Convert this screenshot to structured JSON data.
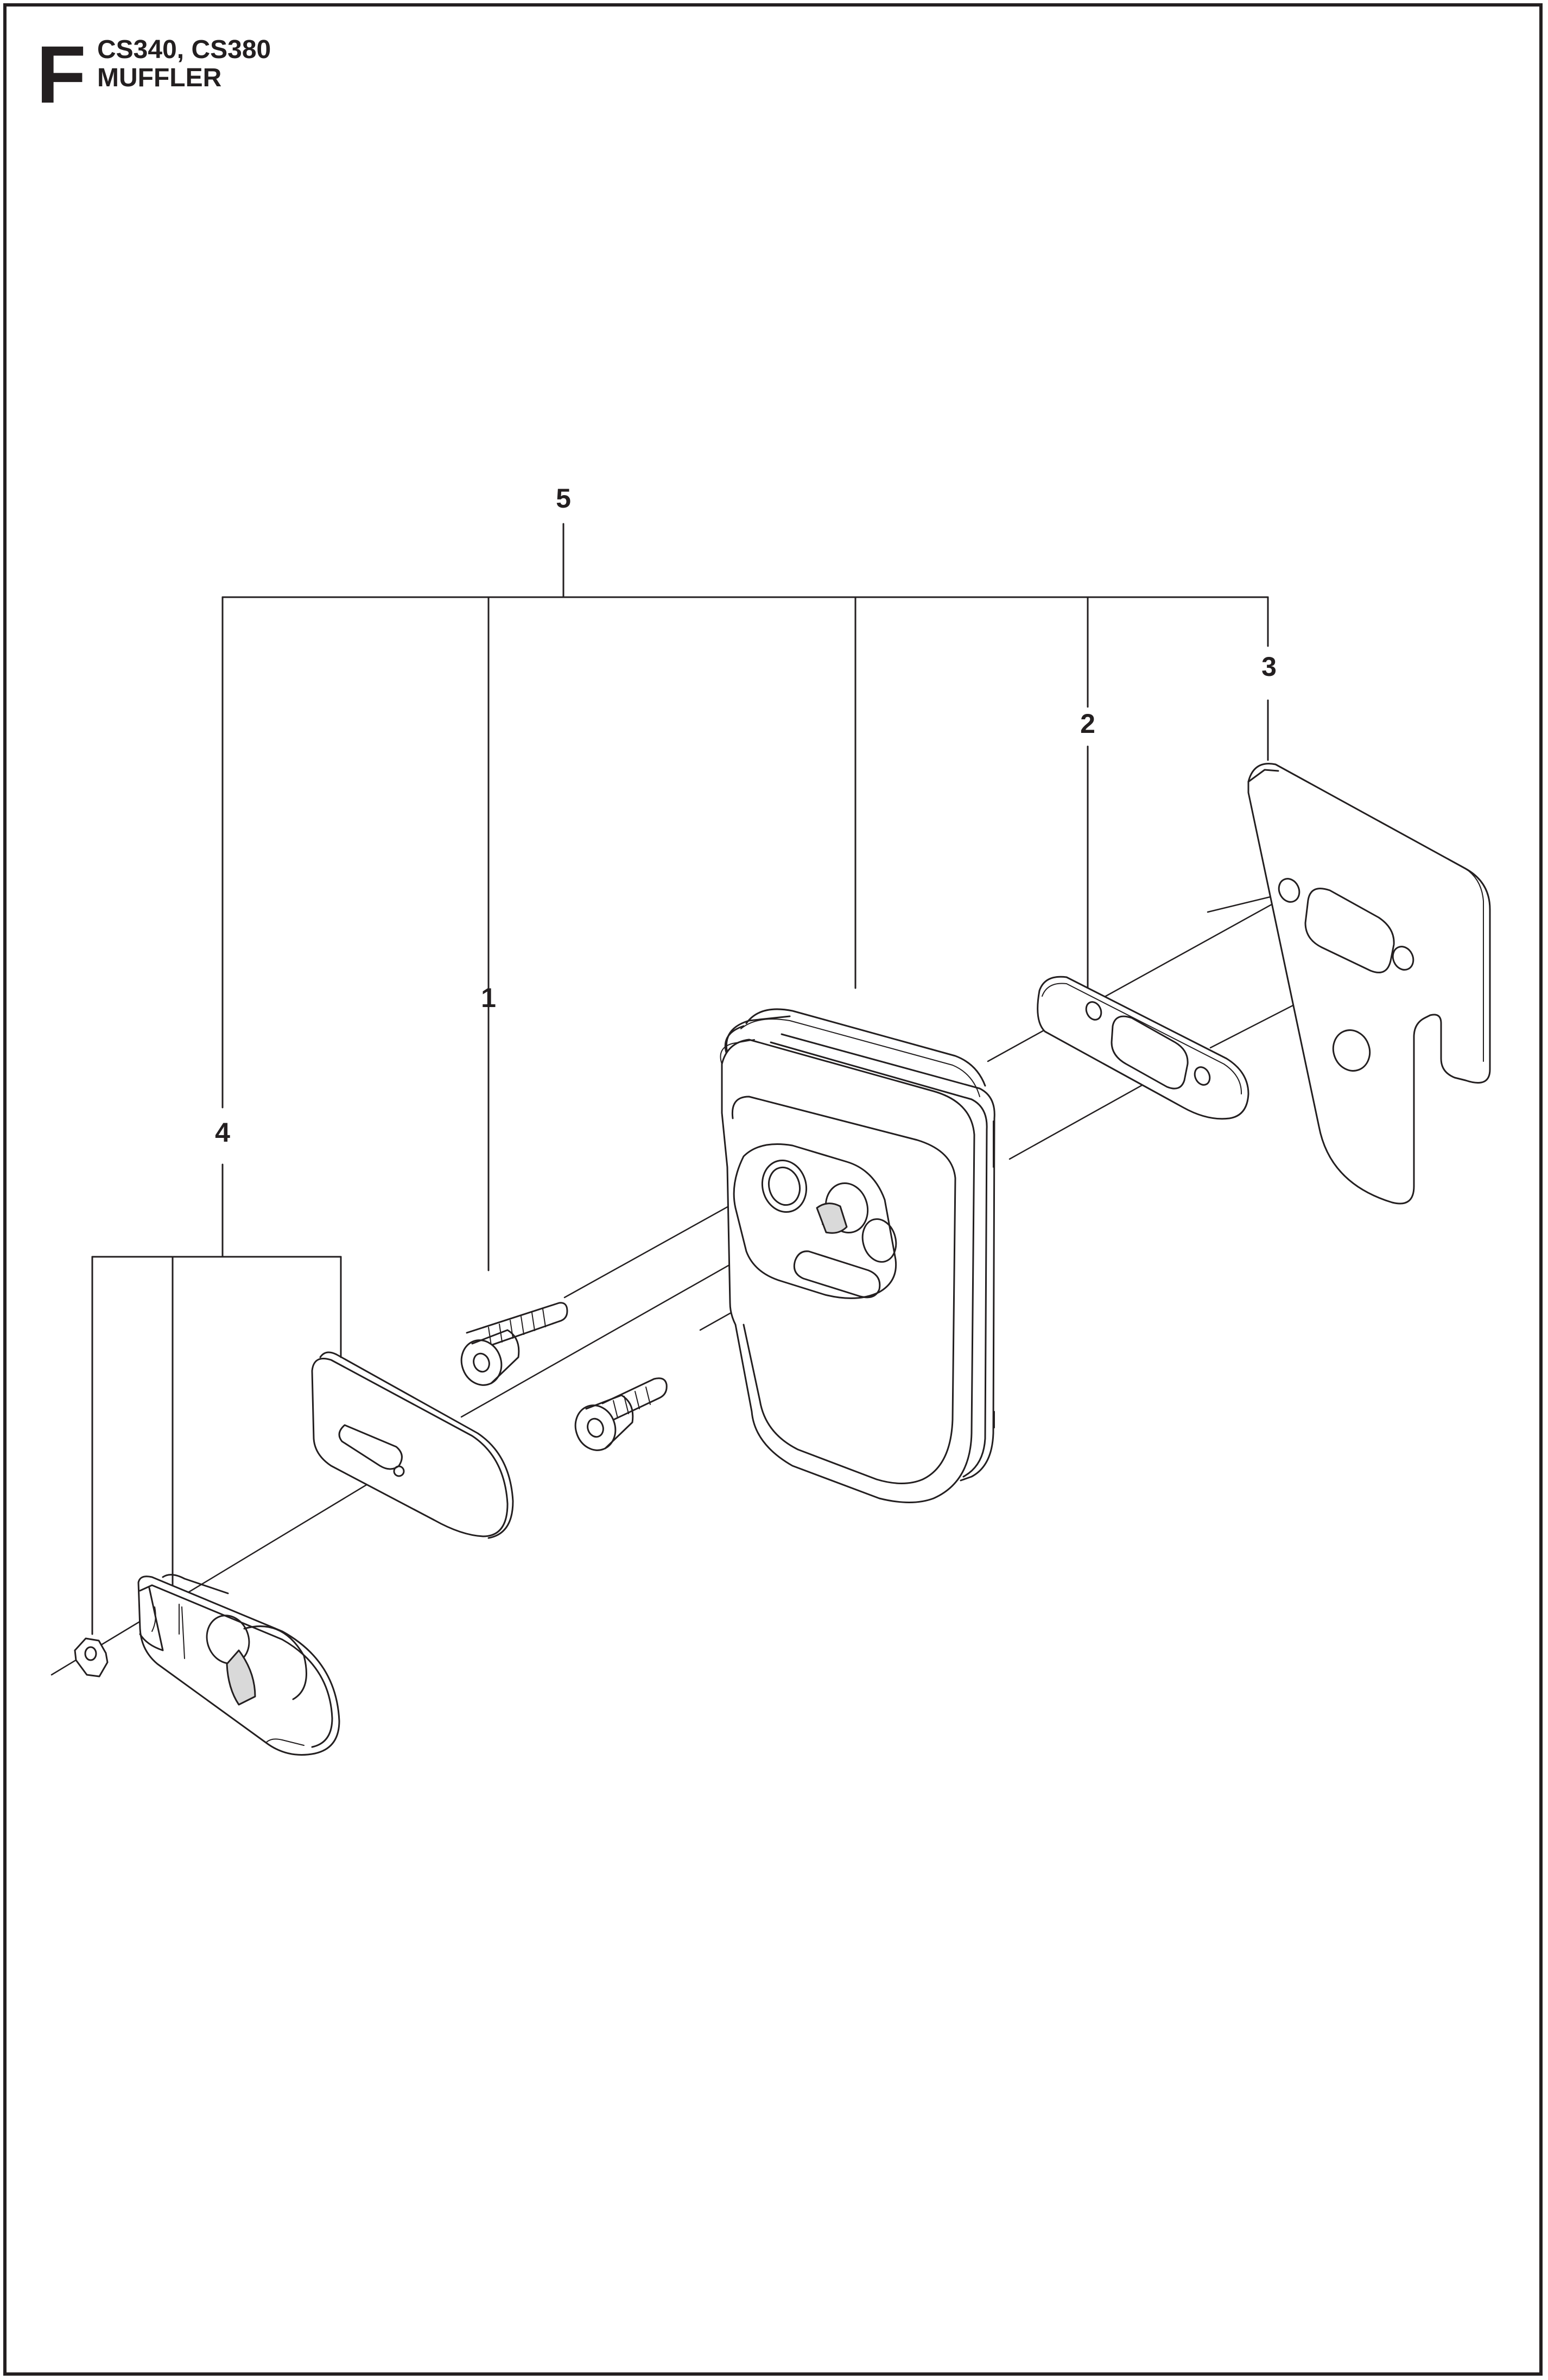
{
  "page": {
    "section_letter": "F",
    "title_lines": [
      "CS340, CS380",
      "MUFFLER"
    ]
  },
  "diagram": {
    "callouts": [
      "1",
      "2",
      "3",
      "4",
      "5"
    ],
    "parts": [
      {
        "ref": "1",
        "icon": "socket-head-screw-icon"
      },
      {
        "ref": "2",
        "icon": "gasket-icon"
      },
      {
        "ref": "3",
        "icon": "heat-shield-plate-icon"
      },
      {
        "ref": "4",
        "icon": "spark-arrestor-cover-icon"
      },
      {
        "ref": "5",
        "icon": "muffler-assembly-icon"
      }
    ],
    "colors": {
      "line": "#231f20",
      "background": "#ffffff",
      "shade": "#d9d9d9"
    }
  }
}
